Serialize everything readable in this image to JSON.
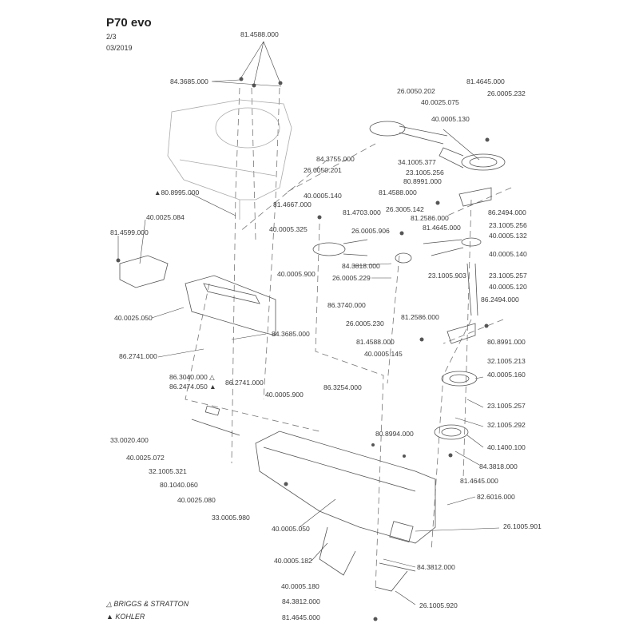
{
  "header": {
    "title": "P70 evo",
    "page": "2/3",
    "date": "03/2019"
  },
  "legend": {
    "briggs": "△ BRIGGS & STRATTON",
    "kohler": "▲ KOHLER"
  },
  "labels": [
    "81.4588.000",
    "84.3685.000",
    "26.0050.202",
    "40.0025.075",
    "81.4645.000",
    "26.0005.232",
    "40.0005.130",
    "84.3755.000",
    "34.1005.377",
    "26.0050.201",
    "23.1005.256",
    "80.8991.000",
    "▲80.8995.000",
    "81.4588.000",
    "40.0005.140",
    "81.4667.000",
    "26.3005.142",
    "86.2494.000",
    "40.0025.084",
    "81.4703.000",
    "81.2586.000",
    "23.1005.256",
    "40.0005.325",
    "26.0005.906",
    "81.4645.000",
    "40.0005.132",
    "81.4599.000",
    "40.0005.140",
    "40.0005.900",
    "84.3818.000",
    "26.0005.229",
    "23.1005.903",
    "23.1005.257",
    "40.0005.120",
    "86.3740.000",
    "86.2494.000",
    "40.0025.050",
    "81.2586.000",
    "26.0005.230",
    "80.8991.000",
    "84.3685.000",
    "81.4588.000",
    "86.2741.000",
    "40.0005.145",
    "32.1005.213",
    "86.3040.000 △",
    "86.2474.050 ▲",
    "86.2741.000",
    "40.0005.160",
    "86.3254.000",
    "40.0005.900",
    "23.1005.257",
    "32.1005.292",
    "80.8994.000",
    "40.1400.100",
    "33.0020.400",
    "40.0025.072",
    "84.3818.000",
    "32.1005.321",
    "81.4645.000",
    "80.1040.060",
    "40.0025.080",
    "82.6016.000",
    "33.0005.980",
    "40.0005.050",
    "26.1005.901",
    "40.0005.182",
    "84.3812.000",
    "40.0005.180",
    "84.3812.000",
    "26.1005.920",
    "81.4645.000"
  ]
}
